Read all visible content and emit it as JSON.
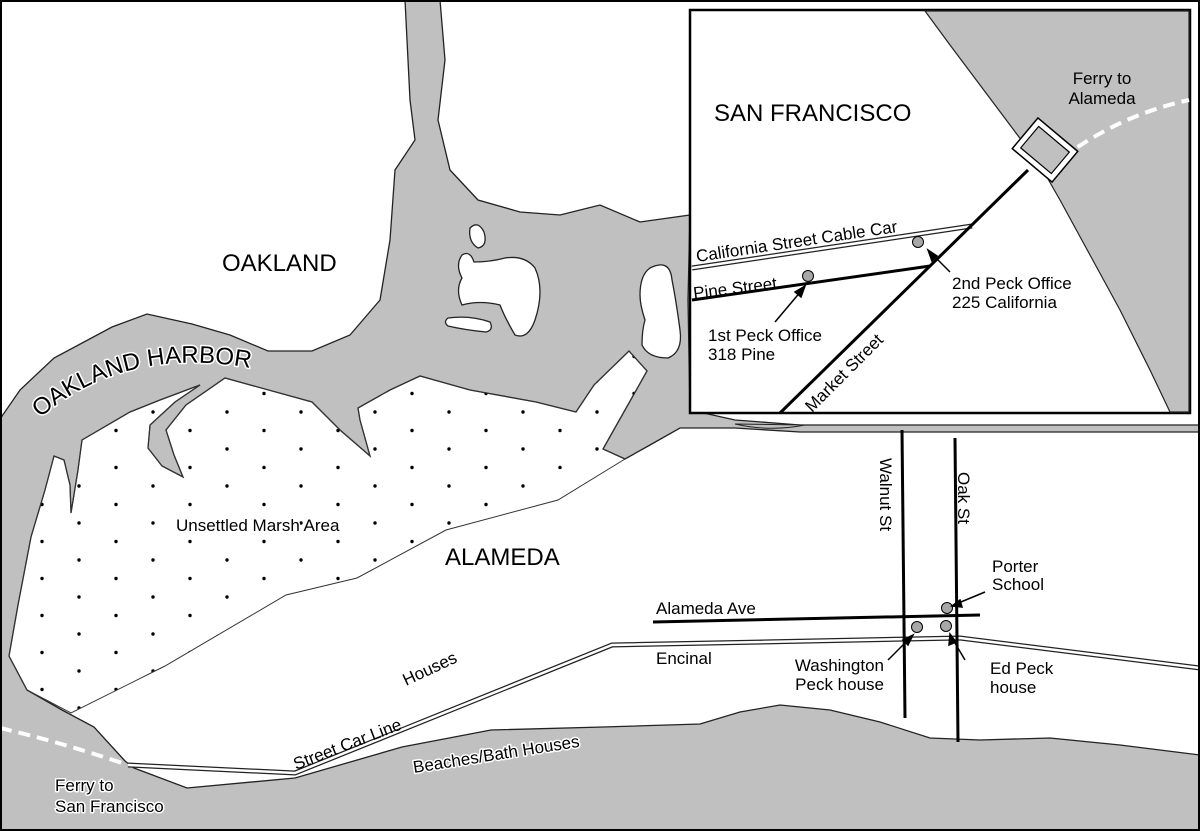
{
  "colors": {
    "water": "#c0c0c0",
    "land": "#ffffff",
    "line": "#000000",
    "marker": "#a8a8a8"
  },
  "main_map": {
    "places": {
      "oakland": "OAKLAND",
      "oakland_harbor": "OAKLAND HARBOR",
      "alameda": "ALAMEDA",
      "marsh": "Unsettled Marsh Area",
      "houses": "Houses",
      "street_car_line": "Street Car Line",
      "beaches": "Beaches/Bath Houses",
      "ferry_line1": "Ferry to",
      "ferry_line2": "San Francisco"
    },
    "streets": {
      "alameda_ave": "Alameda Ave",
      "encinal": "Encinal",
      "walnut": "Walnut St",
      "oak": "Oak St"
    },
    "markers": {
      "porter_line1": "Porter",
      "porter_line2": "School",
      "washington_line1": "Washington",
      "washington_line2": "Peck house",
      "edpeck_line1": "Ed Peck",
      "edpeck_line2": "house"
    }
  },
  "inset": {
    "city": "SAN FRANCISCO",
    "ferry_line1": "Ferry to",
    "ferry_line2": "Alameda",
    "streets": {
      "california": "California Street Cable Car",
      "pine": "Pine Street",
      "market": "Market Street"
    },
    "markers": {
      "first_office_line1": "1st Peck Office",
      "first_office_line2": "318 Pine",
      "second_office_line1": "2nd Peck Office",
      "second_office_line2": "225 California"
    }
  }
}
